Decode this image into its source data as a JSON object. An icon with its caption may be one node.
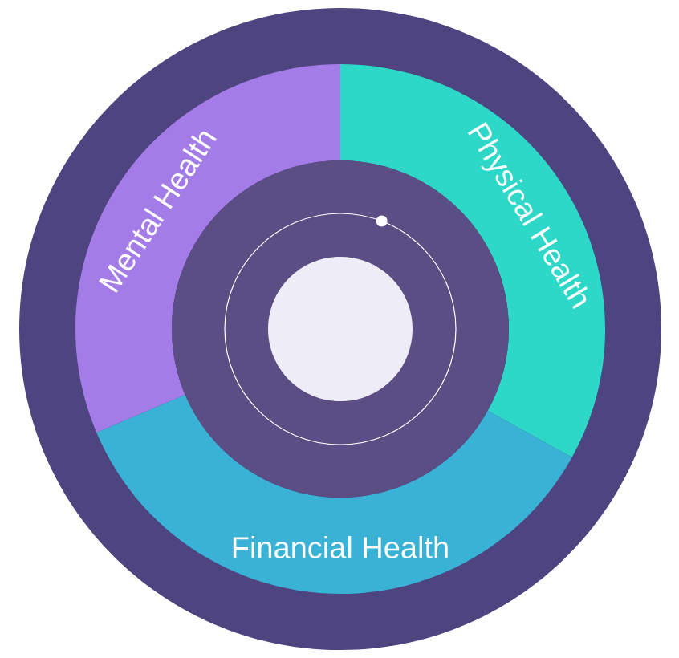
{
  "diagram": {
    "nodes": [
      {
        "text": [
          "Mental Health"
        ]
      },
      {
        "text": [
          "Physical Health"
        ]
      },
      {
        "text": [
          "Financial Health"
        ]
      }
    ]
  }
}
